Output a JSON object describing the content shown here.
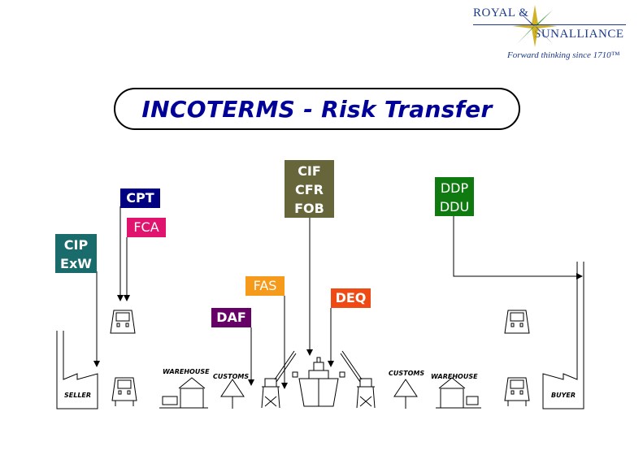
{
  "logo": {
    "brand_line1": "ROYAL &",
    "brand_line2": "SUNALLIANCE",
    "tagline": "Forward thinking since 1710™"
  },
  "title": "INCOTERMS - Risk Transfer",
  "terms": {
    "cip_exw": {
      "line1": "CIP",
      "line2": "ExW",
      "color": "#1a6b6b"
    },
    "cpt": {
      "line1": "CPT",
      "color": "#000080"
    },
    "fca": {
      "line1": "FCA",
      "color": "#e0146e"
    },
    "daf": {
      "line1": "DAF",
      "color": "#660066"
    },
    "fas": {
      "line1": "FAS",
      "color": "#f59a1a"
    },
    "cif_cfr_fob": {
      "line1": "CIF",
      "line2": "CFR",
      "line3": "FOB",
      "color": "#66663a"
    },
    "deq": {
      "line1": "DEQ",
      "color": "#f04a14"
    },
    "ddp_ddu": {
      "line1": "DDP",
      "line2": "DDU",
      "color": "#0f7a0f"
    }
  },
  "labels": {
    "seller": "SELLER",
    "warehouse_left": "WAREHOUSE",
    "customs_left": "CUSTOMS",
    "customs_right": "CUSTOMS",
    "warehouse_right": "WAREHOUSE",
    "buyer": "BUYER"
  }
}
